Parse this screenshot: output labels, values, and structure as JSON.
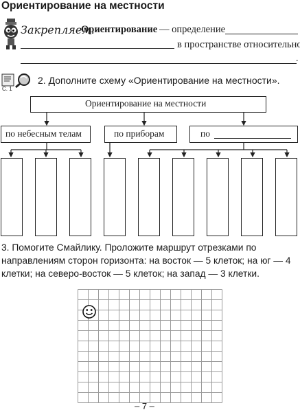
{
  "section_title": "Ориентирование на местности",
  "consolidate": {
    "heading": "Закрепляем.",
    "term": "Ориентирование",
    "definition_start": "— определение",
    "definition_end": "в пространстве относительно",
    "final_punct": "."
  },
  "task2": {
    "text": "2.  Дополните схему «Ориентирование на местности».",
    "workbook_ref": "С. 1"
  },
  "scheme": {
    "root": "Ориентирование на местности",
    "branches": [
      "по небесным телам",
      "по приборам",
      "по"
    ]
  },
  "task3": {
    "text": "3. Помогите Смайлику. Проложите маршрут отрезками по направлениям сторон горизонта: на восток — 5 клеток; на юг — 4 клетки; на северо-восток — 5 клеток; на запад — 3 клетки."
  },
  "grid": {
    "columns": 14,
    "rows": 11,
    "smiley_col": 1,
    "smiley_row": 2
  },
  "page_number": "– 7 –"
}
